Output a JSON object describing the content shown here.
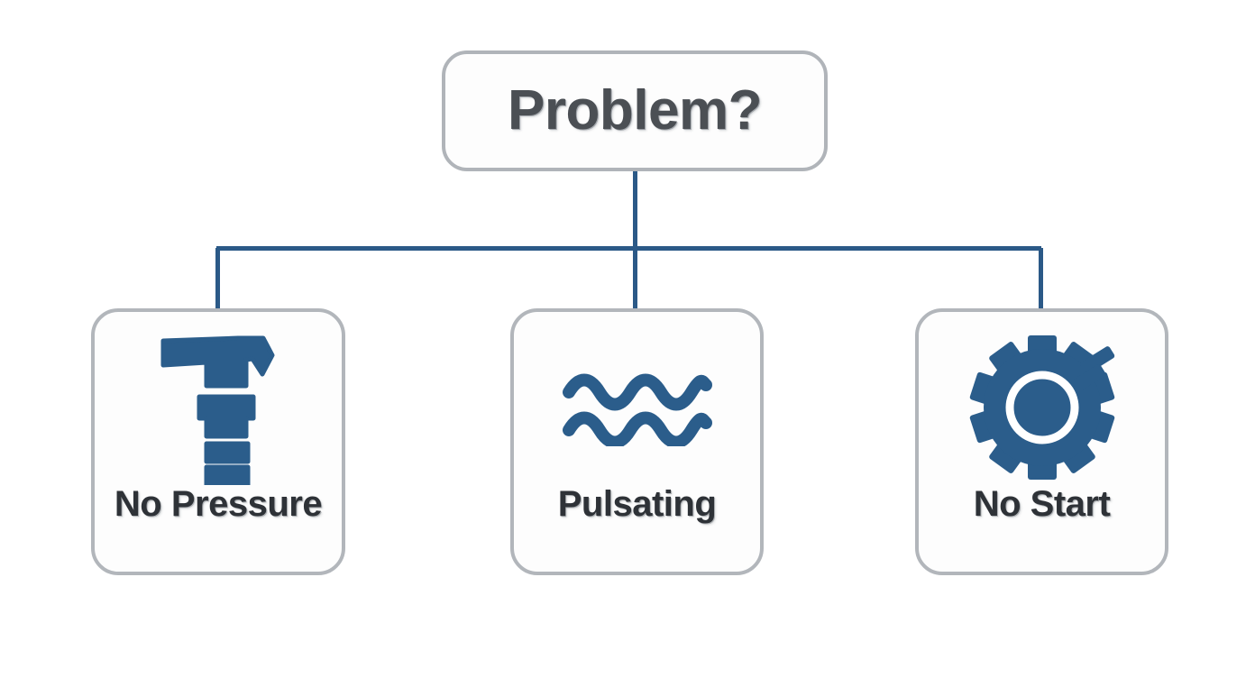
{
  "diagram": {
    "type": "flowchart-tree",
    "background_color": "#ffffff",
    "accent_color": "#2b5d8b",
    "border_color": "#b2b6bb",
    "text_color": "#2e3237",
    "root": {
      "label": "Problem?",
      "text_color": "#4b4f54"
    },
    "connector": {
      "color": "#2b5987",
      "style": "orthogonal-elbow",
      "stroke_width": 5
    },
    "children": [
      {
        "label": "No Pressure",
        "icon": "spray-nozzle-icon",
        "icon_color": "#2b5d8b"
      },
      {
        "label": "Pulsating",
        "icon": "water-waves-icon",
        "icon_color": "#2b5d8b"
      },
      {
        "label": "No Start",
        "icon": "gear-spark-icon",
        "icon_color": "#2b5d8b"
      }
    ]
  }
}
